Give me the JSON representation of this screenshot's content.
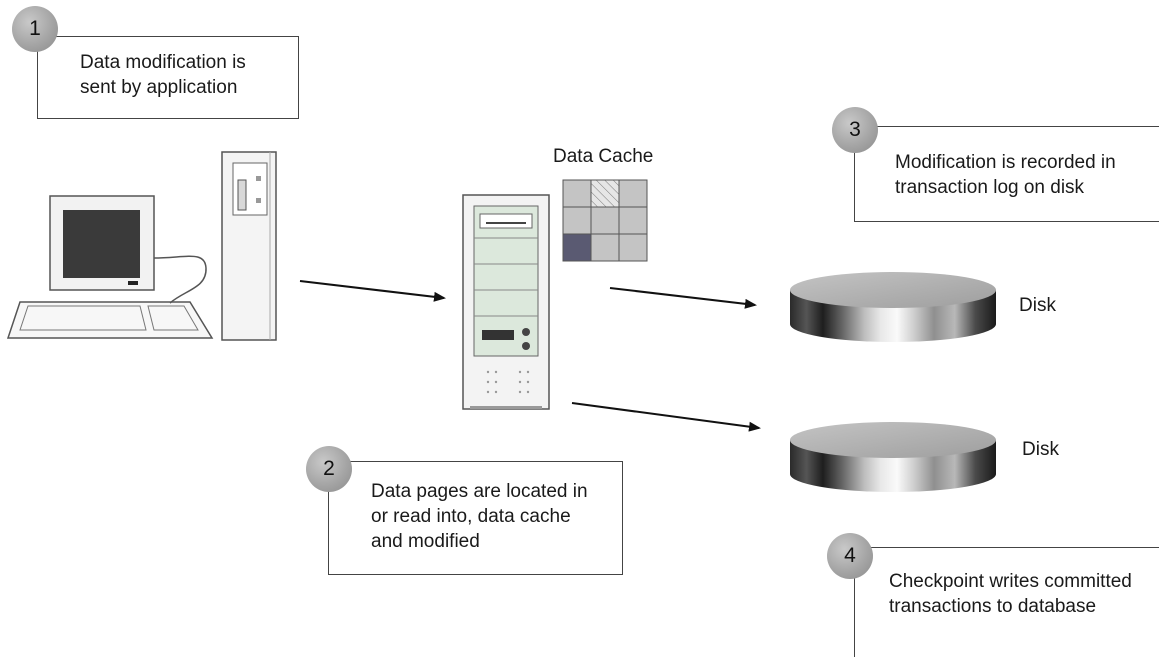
{
  "steps": [
    {
      "number": "1",
      "text_line1": "Data modification is",
      "text_line2": "sent by application"
    },
    {
      "number": "2",
      "text_line1": "Data pages are located in",
      "text_line2": "or read into, data cache",
      "text_line3": "and modified"
    },
    {
      "number": "3",
      "text_line1": "Modification is recorded in",
      "text_line2": "transaction log on disk"
    },
    {
      "number": "4",
      "text_line1": "Checkpoint writes committed",
      "text_line2": "transactions to database"
    }
  ],
  "cache_label": "Data Cache",
  "disks": [
    {
      "label": "Disk"
    },
    {
      "label": "Disk"
    }
  ],
  "icons": [
    "workstation-icon",
    "server-icon",
    "data-cache-grid-icon",
    "disk-icon"
  ]
}
